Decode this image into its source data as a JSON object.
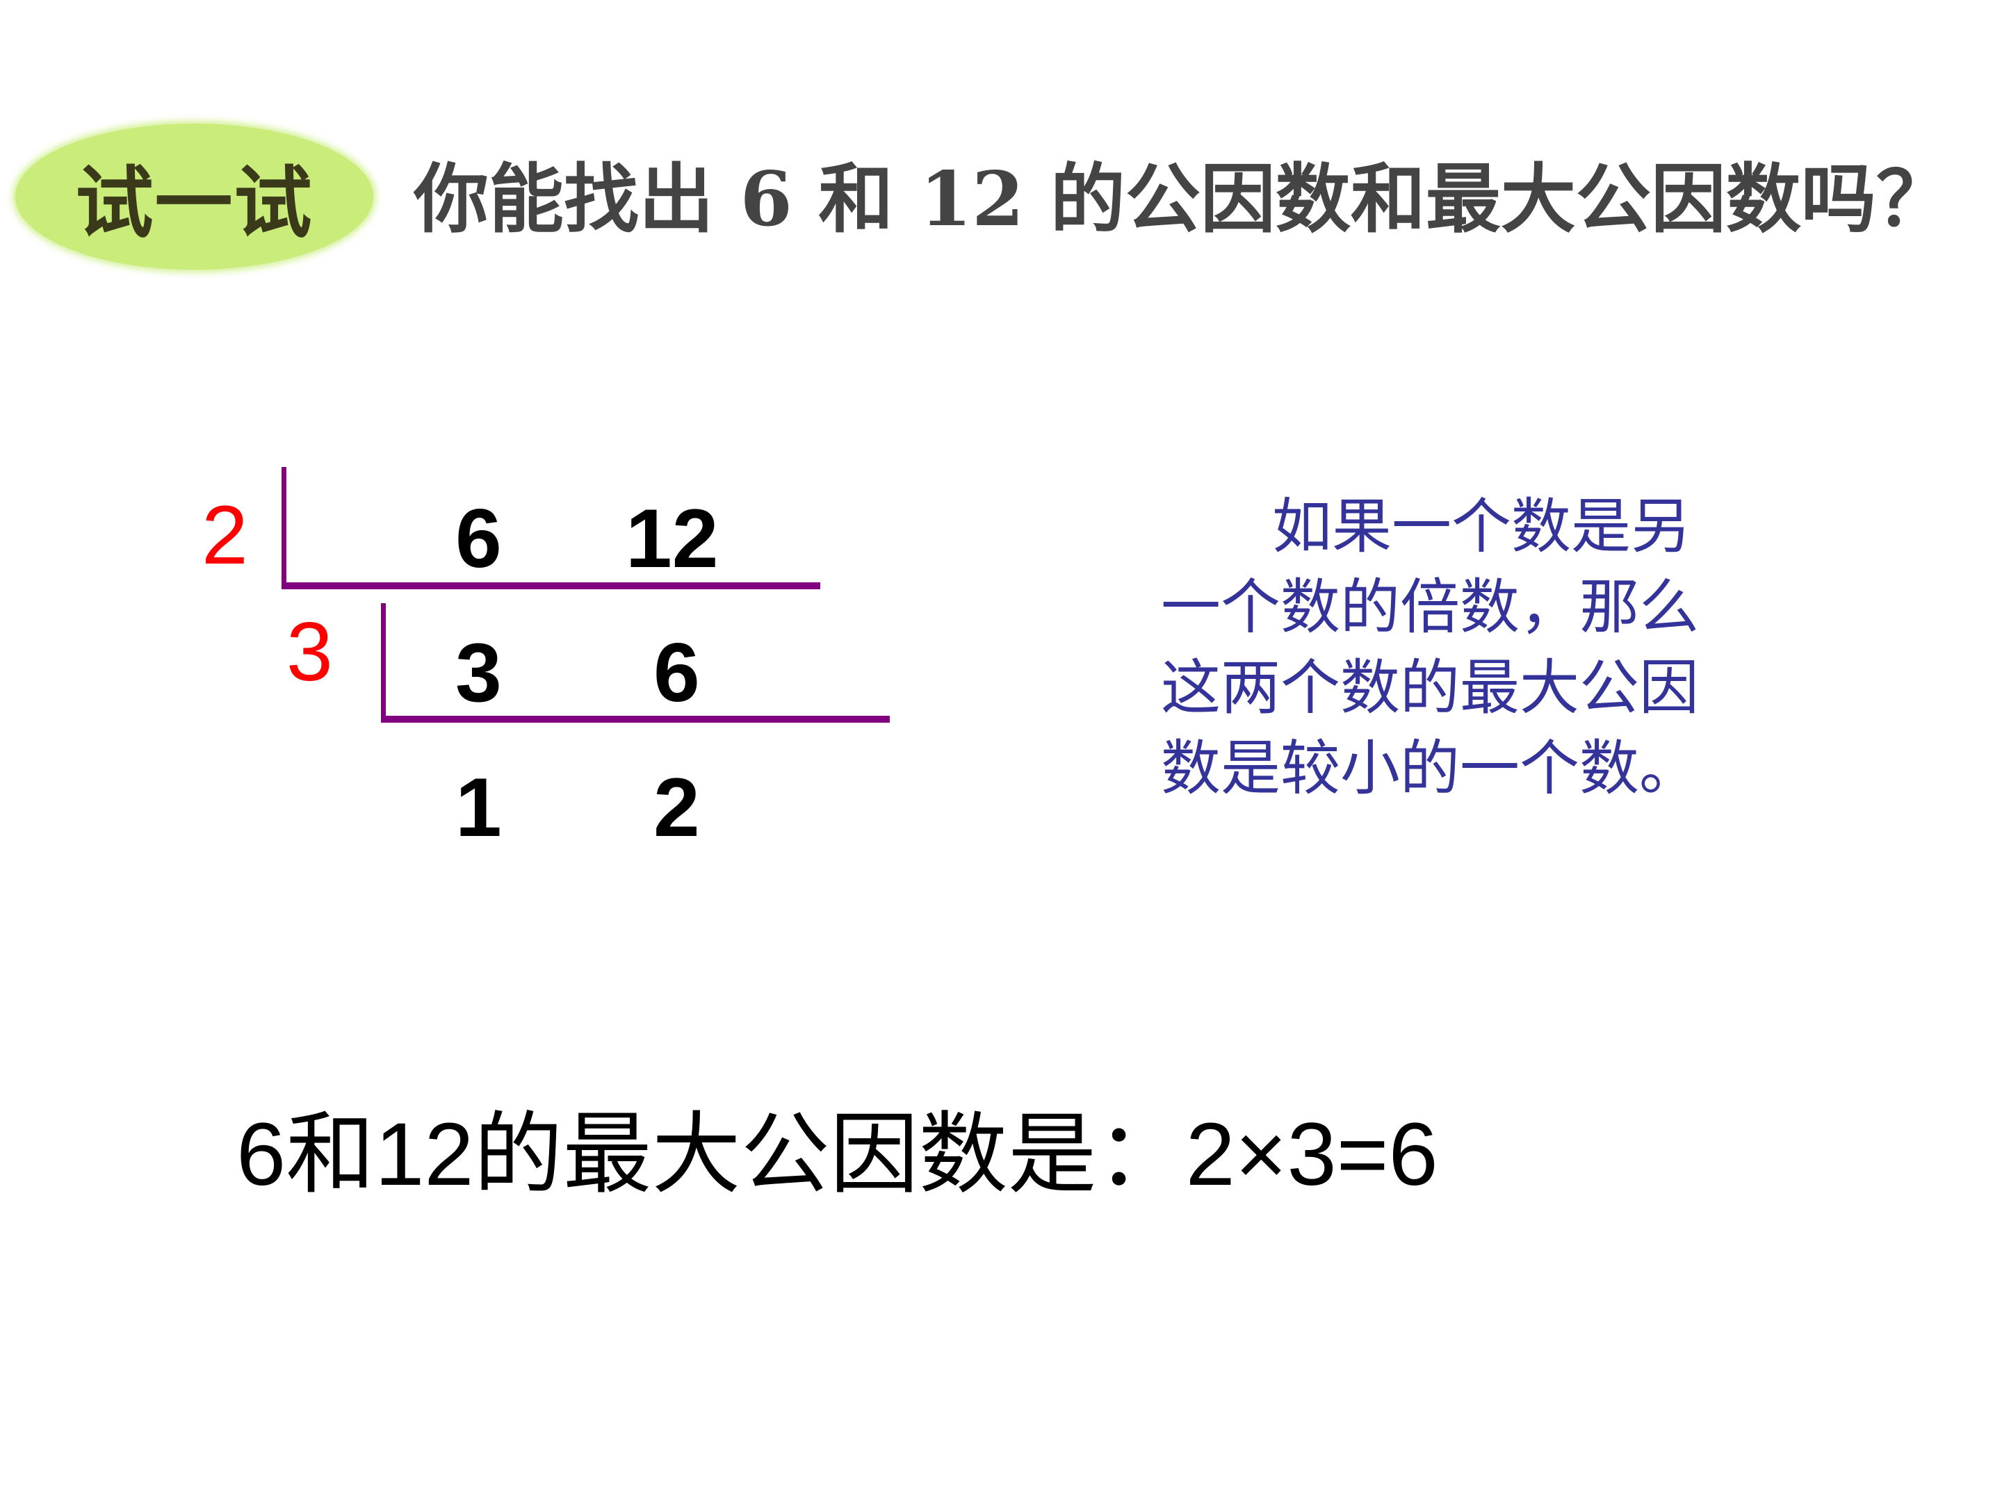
{
  "header": {
    "badge_label": "试一试",
    "question": "你能找出 6 和 12 的公因数和最大公因数吗？"
  },
  "division": {
    "rows": [
      {
        "divisor": "2",
        "left": "6",
        "right": "12"
      },
      {
        "divisor": "3",
        "left": "3",
        "right": "6"
      },
      {
        "divisor": "",
        "left": "1",
        "right": "2"
      }
    ]
  },
  "explanation": {
    "line1": "如果一个数是另",
    "line2": "一个数的倍数，那么",
    "line3": "这两个数的最大公因",
    "line4": "数是较小的一个数。"
  },
  "conclusion": {
    "text": "6和12的最大公因数是：2×3=6"
  },
  "colors": {
    "badge_green": "#c9ec7a",
    "divisor_red": "#ff0000",
    "bracket_purple": "#800080",
    "explanation_blue": "#33339a"
  }
}
